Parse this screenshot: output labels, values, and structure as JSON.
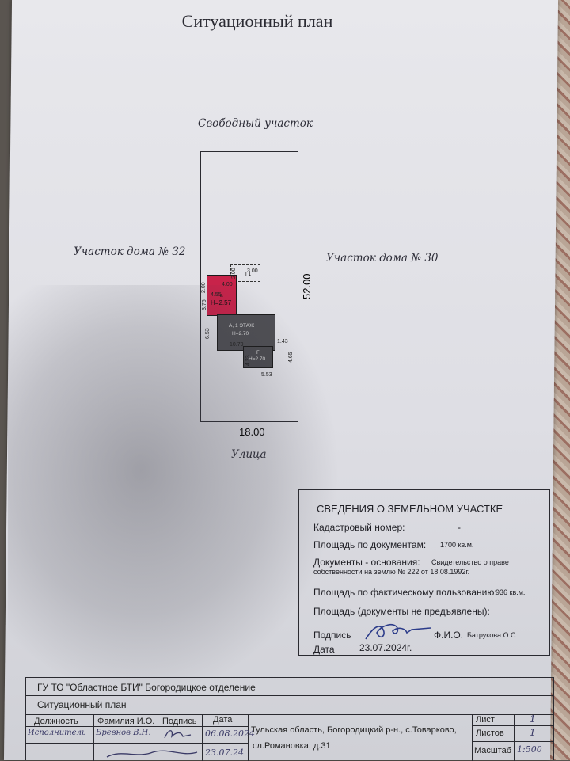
{
  "page_title": "Ситуационный план",
  "labels": {
    "top": "Свободный участок",
    "left": "Участок дома № 32",
    "right": "Участок дома № 30",
    "bottom": "Улица"
  },
  "plot": {
    "depth": "52.00",
    "width": "18.00"
  },
  "buildings": {
    "extension_label": "а",
    "extension_height": "Н=2.57",
    "house_label": "А, 1 ЭТАЖ",
    "house_height": "Н=2.70",
    "garage_label": "Г",
    "garage_height": "Н=2.70",
    "porch_label": "Г1",
    "dims": {
      "porch": "3.00",
      "porch_side": "2.00",
      "ext_top": "4.00",
      "ext_width": "4.55",
      "ext_side_top": "2.00",
      "ext_side": "3.76",
      "house_side": "6.53",
      "house_width": "10.79",
      "garage_offset": "1.43",
      "garage_left": "4.23",
      "garage_right": "4.65",
      "garage_width": "5.53"
    }
  },
  "info": {
    "heading": "СВЕДЕНИЯ О ЗЕМЕЛЬНОМ УЧАСТКЕ",
    "cadastral_label": "Кадастровый номер:",
    "cadastral_value": "-",
    "area_docs_label": "Площадь по документам:",
    "area_docs_value": "1700 кв.м.",
    "docs_label": "Документы - основания:",
    "docs_value_1": "Свидетельство о праве",
    "docs_value_2": "собственности на землю № 222 от 18.08.1992г.",
    "area_fact_label": "Площадь по фактическому пользованию:",
    "area_fact_value": "936 кв.м.",
    "area_none": "Площадь (документы не предъявлены):",
    "sign_label": "Подпись",
    "fio_label": "Ф.И.О.",
    "fio_value": "Батрукова О.С.",
    "date_label": "Дата",
    "date_value": "23.07.2024г."
  },
  "stamp": {
    "org": "ГУ ТО \"Областное БТИ\" Богородицкое отделение",
    "doc": "Ситуационный план",
    "col_position": "Должность",
    "col_name": "Фамилия И.О.",
    "col_sign": "Подпись",
    "col_date": "Дата",
    "row1_position": "Исполнитель",
    "row1_name": "Бревнов В.Н.",
    "row1_date": "06.08.2024",
    "row2_date": "23.07.24",
    "address_1": "Тульская область, Богородицкий р-н., с.Товарково,",
    "address_2": "сл.Романовка, д.31",
    "sheet_label": "Лист",
    "sheet_value": "1",
    "sheets_label": "Листов",
    "sheets_value": "1",
    "scale_label": "Масштаб",
    "scale_value": "1:500"
  },
  "colors": {
    "extension": "#c8234a",
    "house": "#4f4f54",
    "garage": "#4b4b50",
    "ink": "#2a2a30"
  }
}
